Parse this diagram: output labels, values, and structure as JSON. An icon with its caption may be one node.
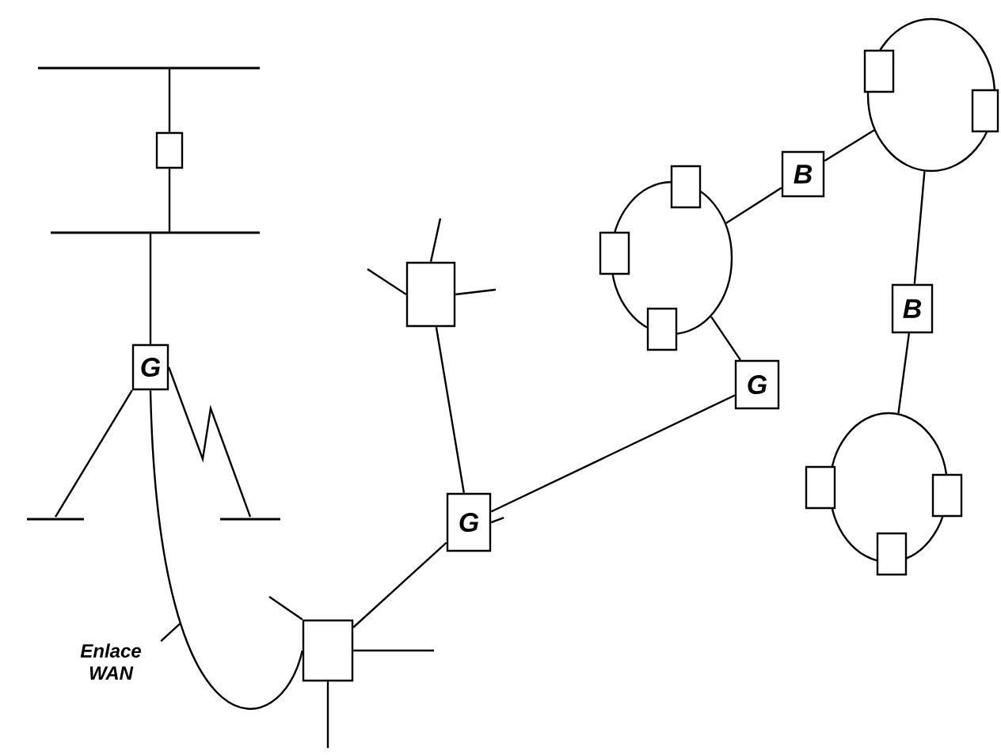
{
  "diagram": {
    "nodes": [
      {
        "text": [],
        "shape": "bar"
      },
      {
        "text": [],
        "shape": "box"
      },
      {
        "text": [],
        "shape": "bar"
      },
      {
        "text": [
          "G"
        ]
      },
      {
        "text": [],
        "shape": "bar"
      },
      {
        "text": [],
        "shape": "bar"
      },
      {
        "text": [],
        "shape": "box"
      },
      {
        "text": [
          "G"
        ]
      },
      {
        "text": [],
        "shape": "box"
      },
      {
        "text": [],
        "shape": "circle"
      },
      {
        "text": [
          "B"
        ]
      },
      {
        "text": [],
        "shape": "circle"
      },
      {
        "text": [
          "B"
        ]
      },
      {
        "text": [],
        "shape": "circle"
      },
      {
        "text": [
          "G"
        ]
      },
      {
        "text": [
          "Enlace WAN"
        ]
      },
      {
        "text": [],
        "shape": "box"
      },
      {
        "text": [],
        "shape": "box"
      },
      {
        "text": [],
        "shape": "box"
      },
      {
        "text": [],
        "shape": "box"
      },
      {
        "text": [],
        "shape": "box"
      },
      {
        "text": [],
        "shape": "box"
      },
      {
        "text": [],
        "shape": "box"
      },
      {
        "text": [],
        "shape": "box"
      }
    ],
    "edges": [
      {
        "from": 0,
        "to": 1,
        "arrow": "none"
      },
      {
        "from": 1,
        "to": 2,
        "arrow": "none"
      },
      {
        "from": 2,
        "to": 3,
        "arrow": "none"
      },
      {
        "from": 3,
        "to": 4,
        "arrow": "none"
      },
      {
        "from": 3,
        "to": 5,
        "arrow": "none"
      },
      {
        "from": 3,
        "to": 8,
        "arrow": "none"
      },
      {
        "from": 8,
        "to": 7,
        "arrow": "none"
      },
      {
        "from": 7,
        "to": 6,
        "arrow": "none"
      },
      {
        "from": 7,
        "to": 14,
        "arrow": "none"
      },
      {
        "from": 14,
        "to": 9,
        "arrow": "none"
      },
      {
        "from": 9,
        "to": 10,
        "arrow": "none"
      },
      {
        "from": 10,
        "to": 11,
        "arrow": "none"
      },
      {
        "from": 11,
        "to": 12,
        "arrow": "none"
      },
      {
        "from": 12,
        "to": 13,
        "arrow": "none"
      },
      {
        "from": 6,
        "to": null,
        "arrow": "none"
      },
      {
        "from": 6,
        "to": null,
        "arrow": "none"
      },
      {
        "from": 6,
        "to": null,
        "arrow": "none"
      },
      {
        "from": 8,
        "to": null,
        "arrow": "none"
      },
      {
        "from": 8,
        "to": null,
        "arrow": "none"
      },
      {
        "from": 8,
        "to": null,
        "arrow": "none"
      },
      {
        "from": 7,
        "to": null,
        "arrow": "none"
      },
      {
        "from": 15,
        "to": null,
        "arrow": "none"
      }
    ]
  }
}
